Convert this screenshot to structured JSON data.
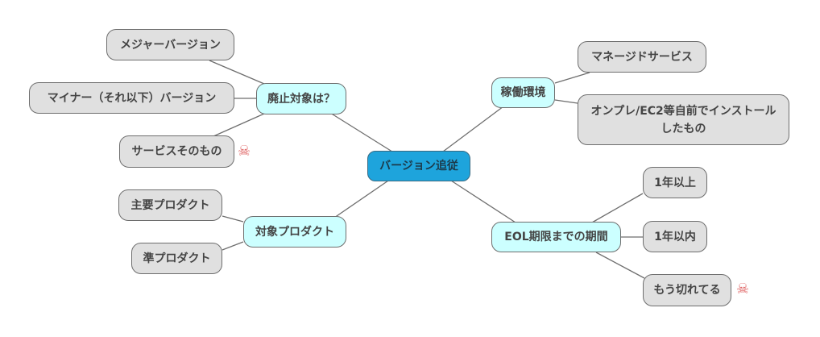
{
  "root": {
    "label": "バージョン追従"
  },
  "branches": {
    "deprecation": {
      "label": "廃止対象は？",
      "children": [
        "メジャーバージョン",
        "マイナー（それ以下）バージョン",
        "サービスそのもの"
      ]
    },
    "products": {
      "label": "対象プロダクト",
      "children": [
        "主要プロダクト",
        "準プロダクト"
      ]
    },
    "environment": {
      "label": "稼働環境",
      "children": [
        "マネージドサービス",
        "オンプレ/EC2等自前でインストールしたもの"
      ]
    },
    "eol": {
      "label": "EOL期限までの期間",
      "children": [
        "1年以上",
        "1年以内",
        "もう切れてる"
      ]
    }
  },
  "icons": {
    "danger": "skull-crossbones-icon",
    "danger_color": "#e06666"
  }
}
